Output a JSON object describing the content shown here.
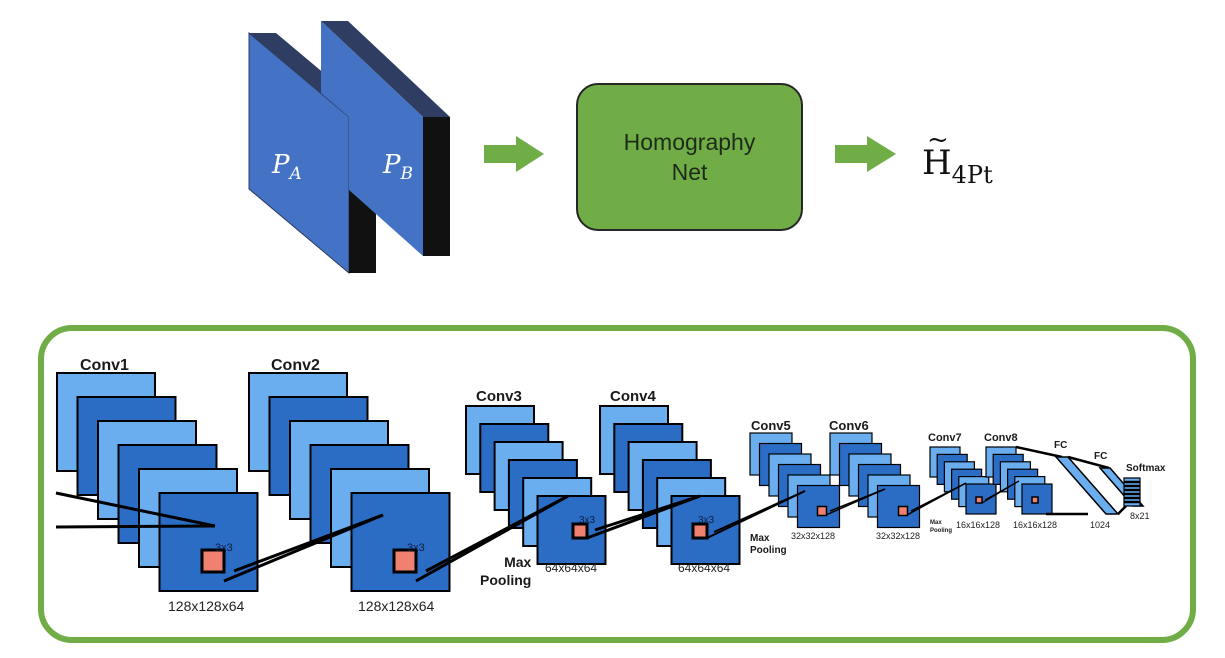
{
  "inputs": {
    "patch_a": "P",
    "patch_a_sub": "A",
    "patch_b": "P",
    "patch_b_sub": "B"
  },
  "network": {
    "label": "Homography Net"
  },
  "output": {
    "symbol": "H",
    "tilde": "~",
    "subscript": "4Pt"
  },
  "architecture": {
    "layers": [
      {
        "name": "Conv1"
      },
      {
        "name": "Conv2"
      },
      {
        "name": "Conv3"
      },
      {
        "name": "Conv4"
      },
      {
        "name": "Conv5"
      },
      {
        "name": "Conv6"
      },
      {
        "name": "Conv7"
      },
      {
        "name": "Conv8"
      },
      {
        "name": "FC"
      },
      {
        "name": "FC"
      },
      {
        "name": "Softmax"
      }
    ],
    "dims": [
      "128x128x64",
      "128x128x64",
      "64x64x64",
      "64x64x64",
      "32x32x128",
      "32x32x128",
      "16x16x128",
      "16x16x128",
      "1024",
      "8x21"
    ],
    "kernel": "3x3",
    "pooling": [
      "Max\nPooling",
      "Max\nPooling",
      "Max\nPooling"
    ]
  },
  "colors": {
    "slab_front": "#4472c4",
    "slab_top": "#2f3d63",
    "slab_side": "#111111",
    "net_fill": "#70ad47",
    "arrow": "#70ad47",
    "map_light": "#6aaef0",
    "map_dark": "#2b6cc4",
    "kernel": "#f08070"
  }
}
